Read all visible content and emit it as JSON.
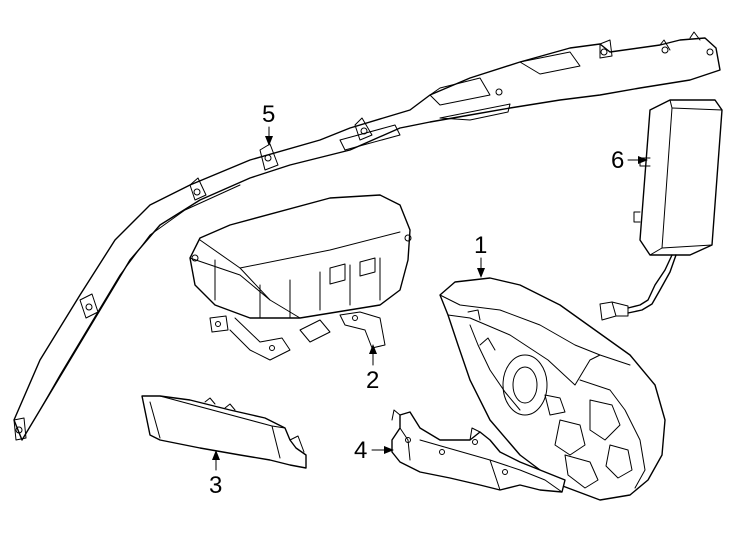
{
  "diagram": {
    "callouts": [
      {
        "id": "1",
        "label": "1"
      },
      {
        "id": "2",
        "label": "2"
      },
      {
        "id": "3",
        "label": "3"
      },
      {
        "id": "4",
        "label": "4"
      },
      {
        "id": "5",
        "label": "5"
      },
      {
        "id": "6",
        "label": "6"
      }
    ],
    "line_color": "#000000",
    "background": "#ffffff"
  }
}
